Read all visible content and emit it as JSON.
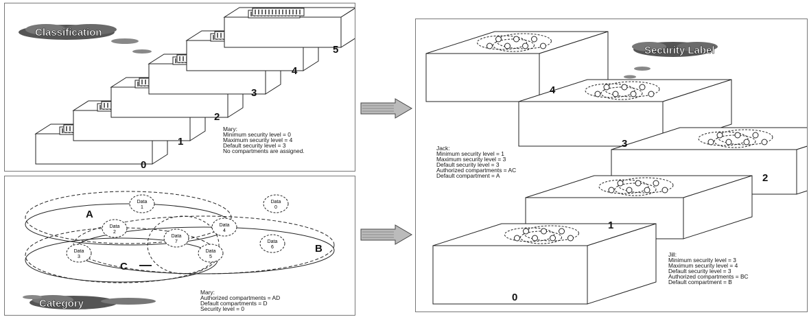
{
  "panels": {
    "classification": {
      "title": "Classification",
      "steps": [
        "0",
        "1",
        "2",
        "3",
        "4",
        "5"
      ],
      "note": [
        "Mary:",
        "Minimum security level = 0",
        "Maximum security level = 4",
        "Default security level = 3",
        "No compartments are assigned."
      ]
    },
    "category": {
      "title": "Category",
      "set_labels": [
        "A",
        "B",
        "C"
      ],
      "data_items": [
        "Data 1",
        "Data 0",
        "Data 2",
        "Data 4",
        "Data 3",
        "Data 7",
        "Data 5",
        "Data 6"
      ],
      "note": [
        "Mary:",
        "Authorized compartments = AD",
        "Default compartments = D",
        "Security level = 0"
      ]
    },
    "security_label": {
      "title": "Security Label",
      "levels": [
        "4",
        "3",
        "2",
        "1",
        "0"
      ],
      "note_jack": [
        "Jack:",
        "Minimum security level = 1",
        "Maximum security level = 3",
        "Default security level = 3",
        "Authorized compartments = AC",
        "Default compartment = A"
      ],
      "note_jill": [
        "Jill:",
        "Minimum security level = 3",
        "Maximum security level = 4",
        "Default security level = 3",
        "Authorized compartments = BC",
        "Default compartment = B"
      ]
    }
  },
  "colors": {
    "line": "#222222",
    "cloud": "#666666",
    "arrow": "#bbbbbb"
  }
}
